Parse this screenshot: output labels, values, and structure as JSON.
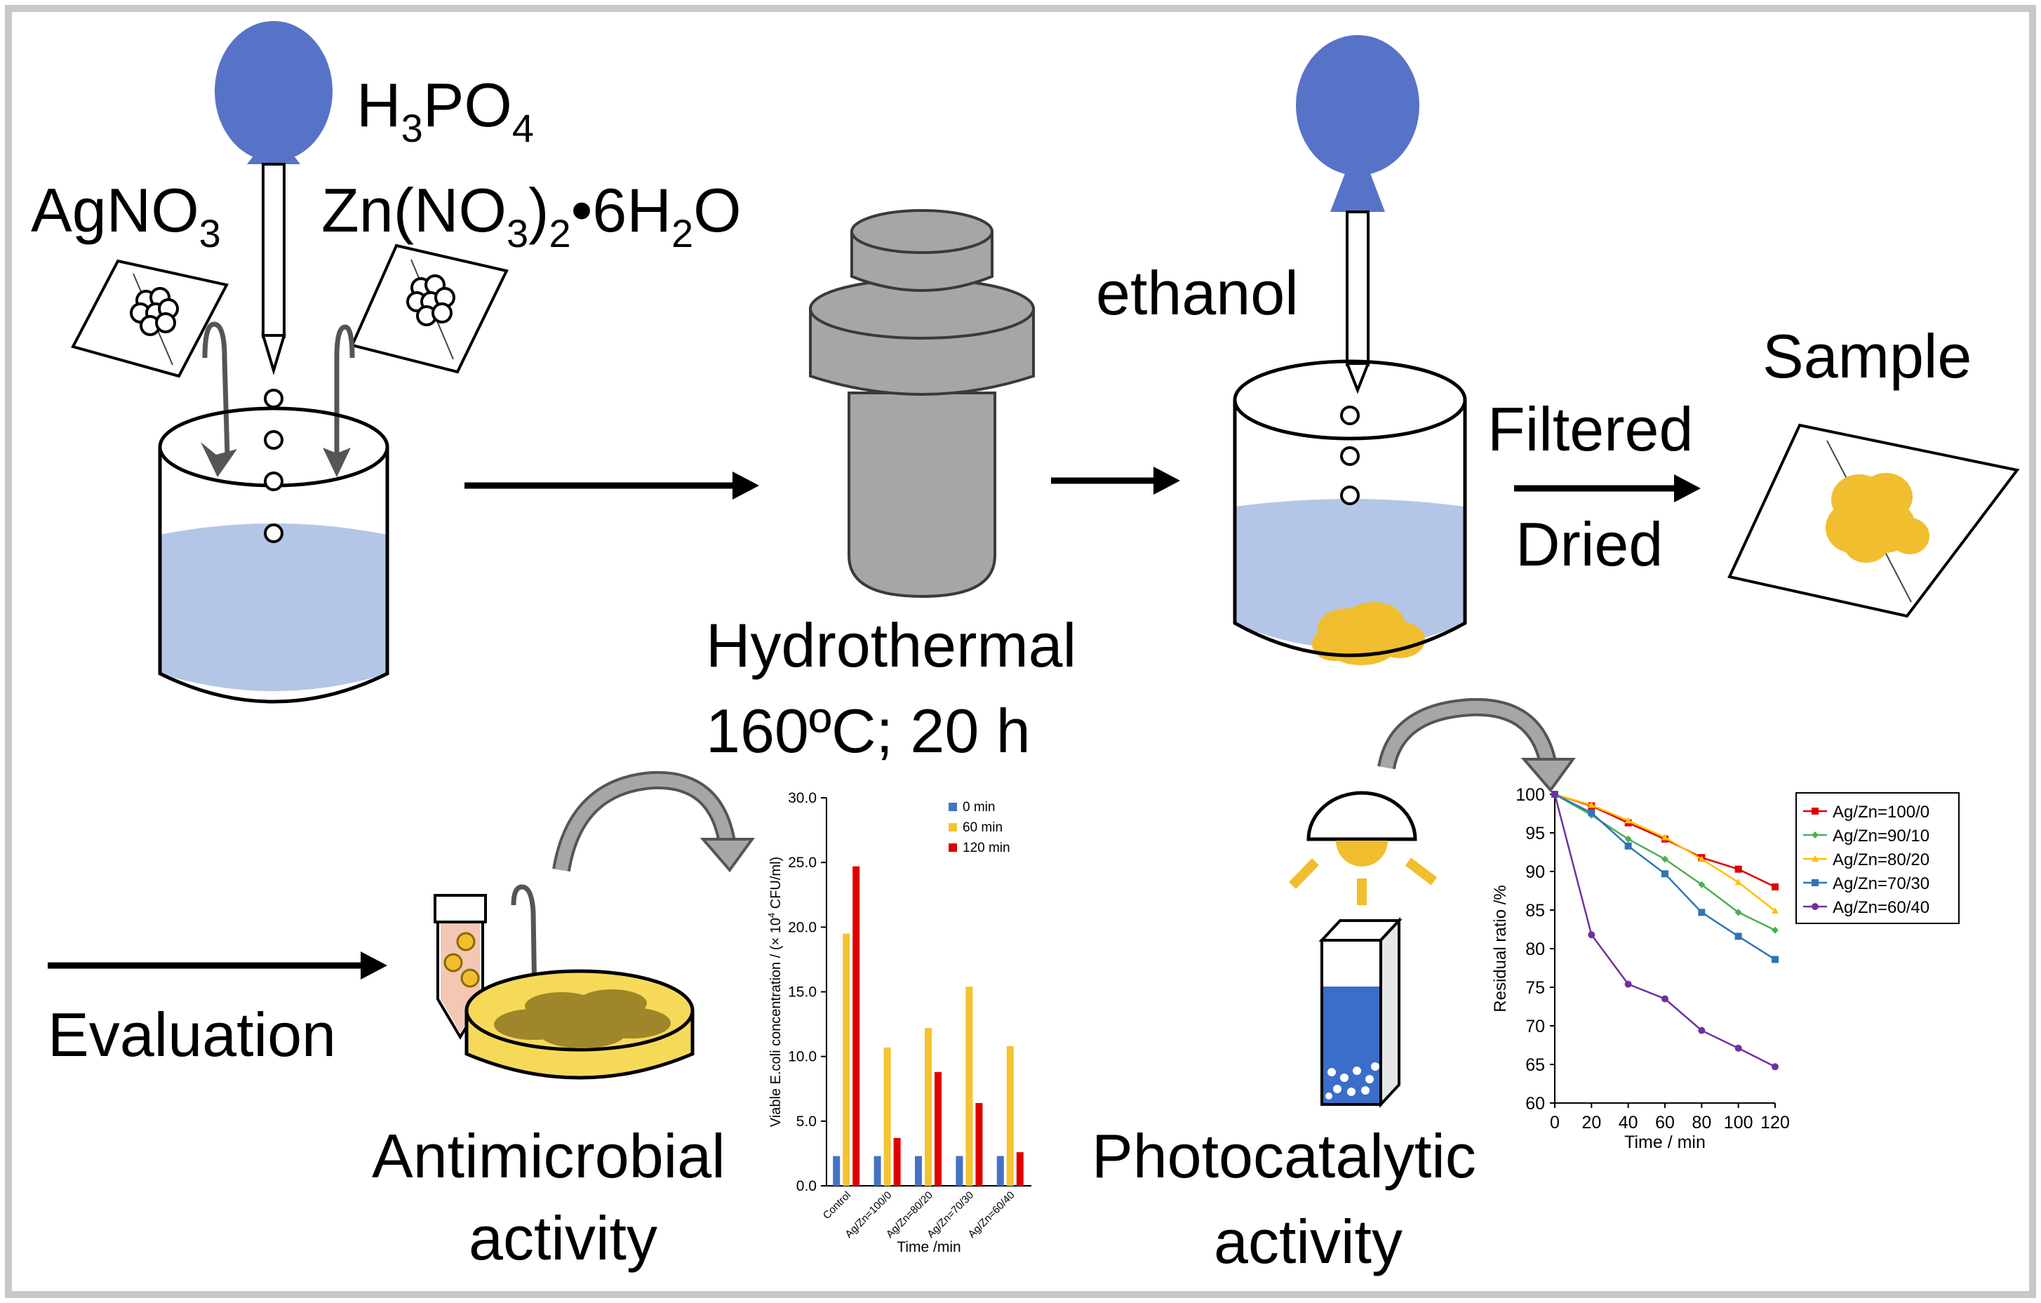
{
  "labels": {
    "h3po4": "H",
    "h3po4_sub1": "3",
    "h3po4_mid": "PO",
    "h3po4_sub2": "4",
    "agno3": "AgNO",
    "agno3_sub": "3",
    "zn_a": "Zn(NO",
    "zn_sub1": "3",
    "zn_b": ")",
    "zn_sub2": "2",
    "zn_c": "•6H",
    "zn_sub3": "2",
    "zn_d": "O",
    "ethanol": "ethanol",
    "sample": "Sample",
    "filtered": "Filtered",
    "dried": "Dried",
    "hydrothermal": "Hydrothermal",
    "conditions": "160ºC; 20 h",
    "evaluation": "Evaluation",
    "antimicrobial_1": "Antimicrobial",
    "antimicrobial_2": "activity",
    "photocatalytic_1": "Photocatalytic",
    "photocatalytic_2": "activity"
  },
  "colors": {
    "dropper_blue": "#5773c7",
    "solution_blue": "#b4c6e7",
    "precipitate_yellow": "#f0be2e",
    "autoclave_gray": "#a6a6a6",
    "cuvette_blue": "#3a6ec9",
    "agar_yellow": "#f7d95a",
    "colony_brown": "#a0862a",
    "tube_fluid": "#f4c7b4"
  },
  "chart_data": [
    {
      "type": "bar",
      "categories": [
        "Control",
        "Ag/Zn=100/0",
        "Ag/Zn=80/20",
        "Ag/Zn=70/30",
        "Ag/Zn=60/40"
      ],
      "series": [
        {
          "name": "0 min",
          "color": "#4472c4",
          "values": [
            2.3,
            2.3,
            2.3,
            2.3,
            2.3
          ]
        },
        {
          "name": "60 min",
          "color": "#f4c430",
          "values": [
            19.5,
            10.7,
            12.2,
            15.4,
            10.8
          ]
        },
        {
          "name": "120 min",
          "color": "#e00000",
          "values": [
            24.7,
            3.7,
            8.8,
            6.4,
            2.6
          ]
        }
      ],
      "xlabel": "Time /min",
      "ylabel_a": "Viable E.coli concentration / (× 10",
      "ylabel_sup": "4",
      "ylabel_b": " CFU/ml)",
      "ylim": [
        0,
        30
      ],
      "yticks": [
        "0.0",
        "5.0",
        "10.0",
        "15.0",
        "20.0",
        "25.0",
        "30.0"
      ],
      "legend": "top-right"
    },
    {
      "type": "line",
      "x": [
        0,
        20,
        40,
        60,
        80,
        100,
        120
      ],
      "series": [
        {
          "name": "Ag/Zn=100/0",
          "color": "#e00000",
          "marker": "square",
          "values": [
            100,
            98.5,
            96.3,
            94.2,
            91.8,
            90.3,
            88
          ]
        },
        {
          "name": "Ag/Zn=90/10",
          "color": "#4caf50",
          "marker": "diamond",
          "values": [
            100,
            97.3,
            94.2,
            91.6,
            88.3,
            84.7,
            82.4
          ]
        },
        {
          "name": "Ag/Zn=80/20",
          "color": "#ffc000",
          "marker": "triangle",
          "values": [
            100,
            98.6,
            96.6,
            94.4,
            91.6,
            88.6,
            84.9
          ]
        },
        {
          "name": "Ag/Zn=70/30",
          "color": "#2e75b6",
          "marker": "square",
          "values": [
            100,
            97.6,
            93.3,
            89.7,
            84.7,
            81.6,
            78.6
          ]
        },
        {
          "name": "Ag/Zn=60/40",
          "color": "#7030a0",
          "marker": "circle",
          "values": [
            100,
            81.8,
            75.4,
            73.5,
            69.4,
            67.1,
            64.7
          ]
        }
      ],
      "xlabel": "Time / min",
      "ylabel": "Residual ratio /%",
      "xlim": [
        0,
        120
      ],
      "ylim": [
        60,
        100
      ],
      "xticks": [
        "0",
        "20",
        "40",
        "60",
        "80",
        "100",
        "120"
      ],
      "yticks": [
        "60",
        "65",
        "70",
        "75",
        "80",
        "85",
        "90",
        "95",
        "100"
      ],
      "legend": "right"
    }
  ]
}
